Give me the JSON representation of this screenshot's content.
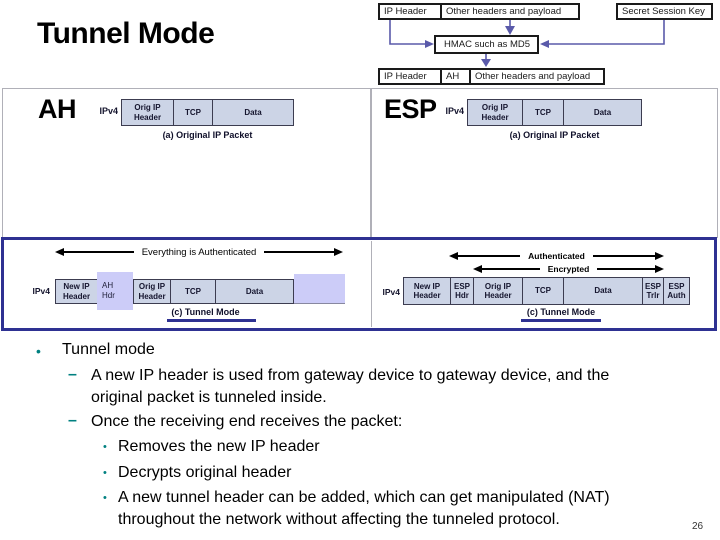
{
  "slide": {
    "title": "Tunnel Mode",
    "page_number": "26"
  },
  "markers": {
    "dot": "•",
    "dash": "–"
  },
  "hmac_diagram": {
    "ip_header_top": "IP Header",
    "other_headers_top": "Other headers and payload",
    "secret_key": "Secret Session Key",
    "hmac": "HMAC such as MD5",
    "ip_header_bottom": "IP Header",
    "ah": "AH",
    "other_headers_bottom": "Other headers and payload"
  },
  "ah_panel": {
    "label": "AH",
    "ipv4": "IPv4",
    "orig_ip": "Orig IP\nHeader",
    "tcp": "TCP",
    "data": "Data",
    "caption": "(a) Original IP Packet"
  },
  "esp_panel": {
    "label": "ESP",
    "ipv4": "IPv4",
    "orig_ip": "Orig IP\nHeader",
    "tcp": "TCP",
    "data": "Data",
    "caption": "(a) Original IP Packet"
  },
  "ah_tunnel": {
    "auth_label": "Everything is Authenticated",
    "ipv4": "IPv4",
    "new_ip": "New IP\nHeader",
    "ah_hdr": "AH\nHdr",
    "orig_ip": "Orig IP\nHeader",
    "tcp": "TCP",
    "data": "Data",
    "caption": "(c) Tunnel Mode"
  },
  "esp_tunnel": {
    "auth_label": "Authenticated",
    "enc_label": "Encrypted",
    "ipv4": "IPv4",
    "new_ip": "New IP\nHeader",
    "esp_hdr": "ESP\nHdr",
    "orig_ip": "Orig IP\nHeader",
    "tcp": "TCP",
    "data": "Data",
    "esp_trlr": "ESP\nTrlr",
    "esp_auth": "ESP\nAuth",
    "caption": "(c) Tunnel Mode"
  },
  "bullets": {
    "main": "Tunnel mode",
    "sub1_line1": "A new IP header is used from gateway device to gateway device, and the",
    "sub1_line2": "original packet is tunneled inside.",
    "sub2": "Once the receiving end receives the packet:",
    "sub2a": "Removes the new IP header",
    "sub2b": "Decrypts original header",
    "sub2c_line1": "A new tunnel header can be added, which can get manipulated (NAT)",
    "sub2c_line2": "throughout the network without affecting the tunneled protocol."
  },
  "colors": {
    "navy_accent": "#2e3192",
    "packet_box_fill": "#ccd4e6",
    "lavender_fill": "#ccccf8",
    "arrow_blue": "#5a5aaa",
    "bullet_teal": "#008080"
  }
}
